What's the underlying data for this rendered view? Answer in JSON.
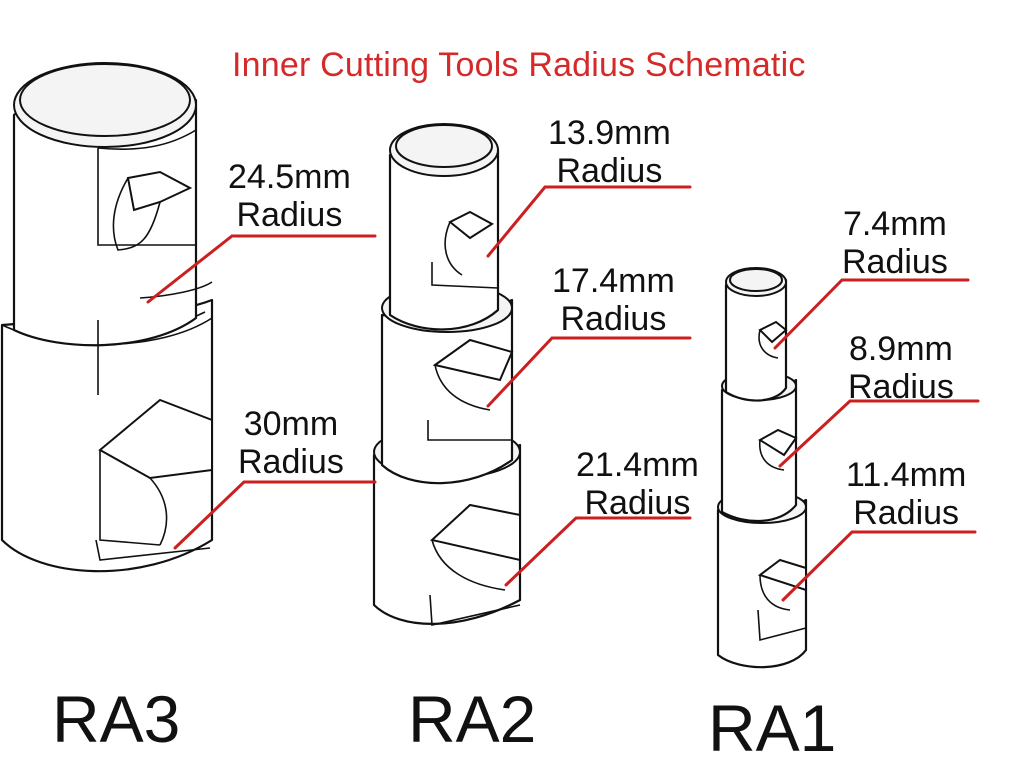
{
  "title": "Inner Cutting Tools Radius Schematic",
  "colors": {
    "title": "#d42a2a",
    "leader_line": "#cc1f1f",
    "outline": "#111111",
    "background": "#ffffff"
  },
  "tools": [
    {
      "name": "RA3",
      "labels": [
        {
          "value": "24.5mm",
          "unit": "Radius"
        },
        {
          "value": "30mm",
          "unit": "Radius"
        }
      ]
    },
    {
      "name": "RA2",
      "labels": [
        {
          "value": "13.9mm",
          "unit": "Radius"
        },
        {
          "value": "17.4mm",
          "unit": "Radius"
        },
        {
          "value": "21.4mm",
          "unit": "Radius"
        }
      ]
    },
    {
      "name": "RA1",
      "labels": [
        {
          "value": "7.4mm",
          "unit": "Radius"
        },
        {
          "value": "8.9mm",
          "unit": "Radius"
        },
        {
          "value": "11.4mm",
          "unit": "Radius"
        }
      ]
    }
  ]
}
